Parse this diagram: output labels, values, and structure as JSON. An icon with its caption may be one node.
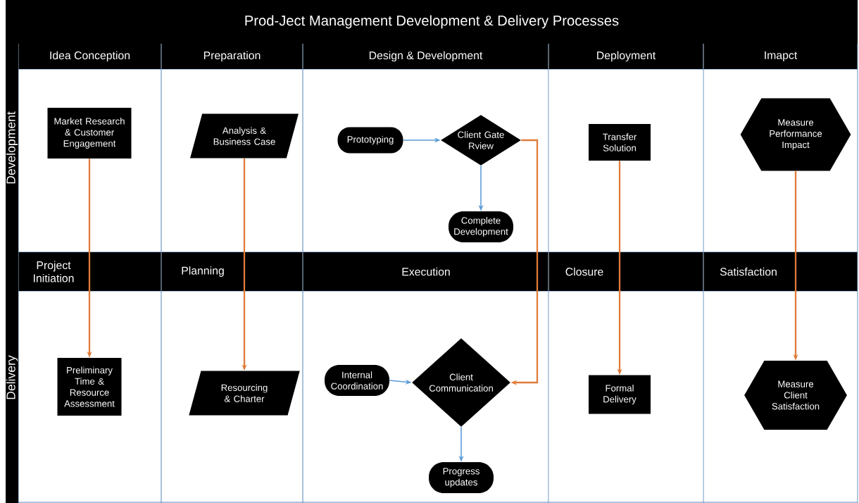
{
  "diagram": {
    "title": "Prod-Ject Management Development & Delivery Processes",
    "nodes": [
      {
        "text": [
          "Development"
        ]
      },
      {
        "text": [
          "Delivery"
        ]
      },
      {
        "text": [
          "Idea Conception"
        ]
      },
      {
        "text": [
          "Preparation"
        ]
      },
      {
        "text": [
          "Design & Development"
        ]
      },
      {
        "text": [
          "Deployment"
        ]
      },
      {
        "text": [
          "Imapct"
        ]
      },
      {
        "text": [
          "Project Initiation"
        ]
      },
      {
        "text": [
          "Planning"
        ]
      },
      {
        "text": [
          "Execution"
        ]
      },
      {
        "text": [
          "Closure"
        ]
      },
      {
        "text": [
          "Satisfaction"
        ]
      },
      {
        "text": [
          "Market Research & Customer Engagement"
        ]
      },
      {
        "text": [
          "Analysis & Business Case"
        ]
      },
      {
        "text": [
          "Prototyping"
        ]
      },
      {
        "text": [
          "Client Gate Rview"
        ]
      },
      {
        "text": [
          "Complete Development"
        ]
      },
      {
        "text": [
          "Transfer Solution"
        ]
      },
      {
        "text": [
          "Measure Performance Impact"
        ]
      },
      {
        "text": [
          "Preliminary Time & Resource Assessment"
        ]
      },
      {
        "text": [
          "Resourcing & Charter"
        ]
      },
      {
        "text": [
          "Internal Coordination"
        ]
      },
      {
        "text": [
          "Client Communication"
        ]
      },
      {
        "text": [
          "Formal Delivery"
        ]
      },
      {
        "text": [
          "Measure Client Satisfaction"
        ]
      },
      {
        "text": [
          "Progress updates"
        ]
      }
    ],
    "edges": [
      {
        "from": 12,
        "to": 19,
        "arrow": "to"
      },
      {
        "from": 13,
        "to": 20,
        "arrow": "to"
      },
      {
        "from": 14,
        "to": 15,
        "arrow": "to",
        "color": "#5b9bd5"
      },
      {
        "from": 15,
        "to": 16,
        "arrow": "to",
        "color": "#5b9bd5"
      },
      {
        "from": 15,
        "to": 22,
        "arrow": "to"
      },
      {
        "from": 17,
        "to": 23,
        "arrow": "to"
      },
      {
        "from": 18,
        "to": 24,
        "arrow": "to"
      },
      {
        "from": 21,
        "to": 22,
        "arrow": "to",
        "color": "#5b9bd5"
      },
      {
        "from": 22,
        "to": 25,
        "arrow": "to",
        "color": "#5b9bd5"
      }
    ]
  }
}
